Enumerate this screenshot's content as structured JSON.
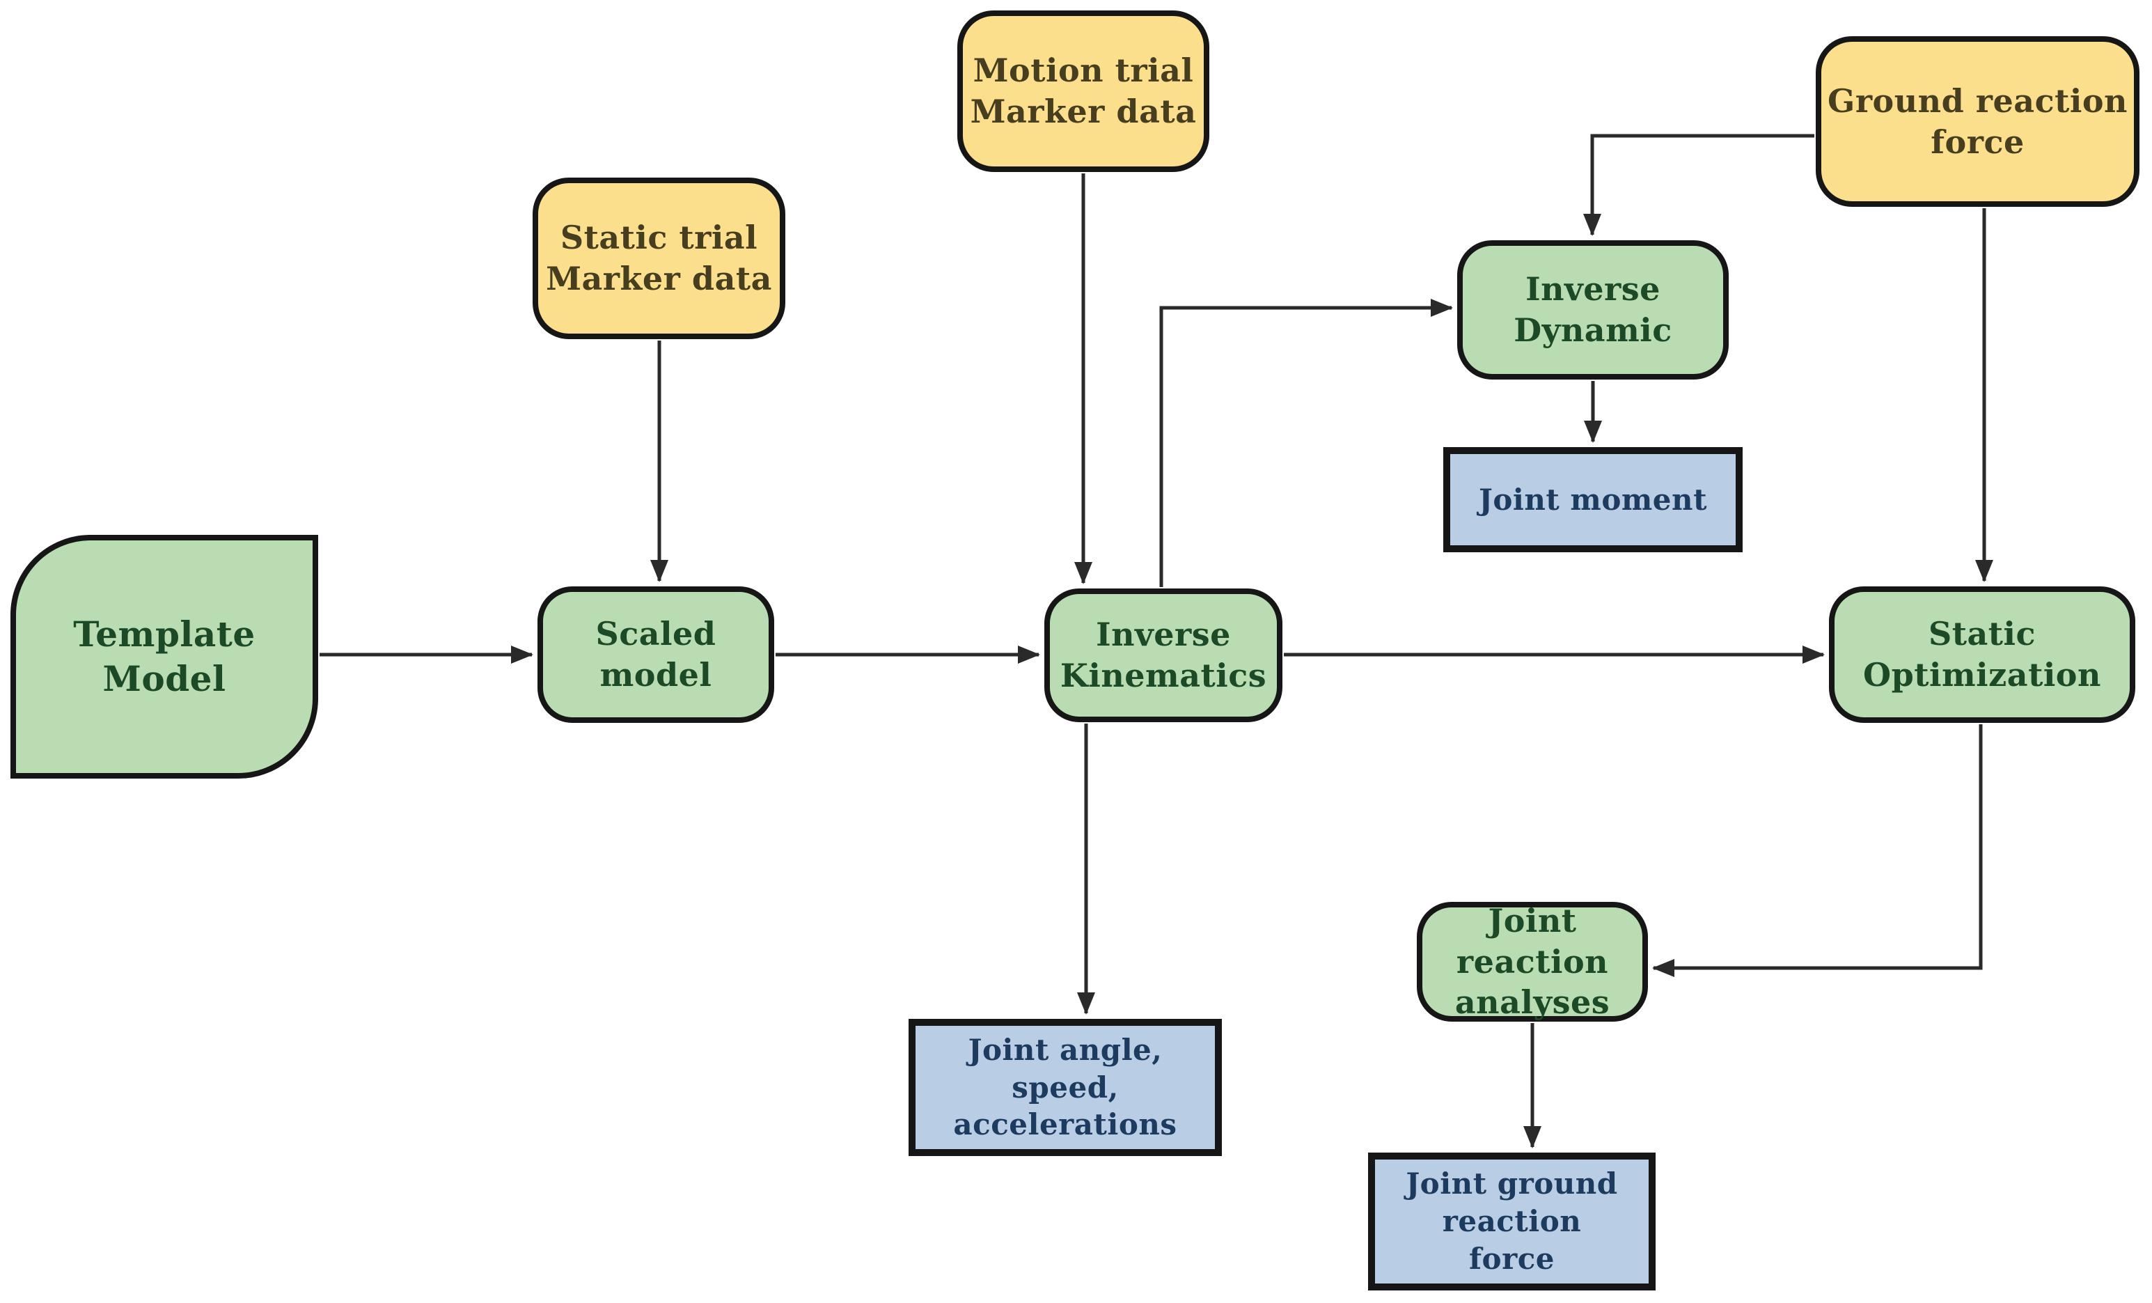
{
  "diagram": {
    "description": "Musculoskeletal simulation workflow flowchart",
    "nodes": {
      "template_model": {
        "label": "Template Model",
        "category": "model"
      },
      "static_trial": {
        "label": "Static trial\nMarker data",
        "category": "input"
      },
      "motion_trial": {
        "label": "Motion trial\nMarker data",
        "category": "input"
      },
      "ground_reaction": {
        "label": "Ground reaction\nforce",
        "category": "input"
      },
      "scaled_model": {
        "label": "Scaled model",
        "category": "process"
      },
      "inverse_kinematics": {
        "label": "Inverse\nKinematics",
        "category": "process"
      },
      "inverse_dynamic": {
        "label": "Inverse\nDynamic",
        "category": "process"
      },
      "static_optimization": {
        "label": "Static\nOptimization",
        "category": "process"
      },
      "joint_moment": {
        "label": "Joint moment",
        "category": "output"
      },
      "joint_angle": {
        "label": "Joint angle, speed,\naccelerations",
        "category": "output"
      },
      "joint_reaction": {
        "label": "Joint reaction\nanalyses",
        "category": "process"
      },
      "joint_ground_reaction": {
        "label": "Joint ground reaction\nforce",
        "category": "output"
      }
    },
    "edges": [
      {
        "from": "Static trial Marker data",
        "to": "Scaled model"
      },
      {
        "from": "Template Model",
        "to": "Scaled model"
      },
      {
        "from": "Scaled model",
        "to": "Inverse Kinematics"
      },
      {
        "from": "Motion trial Marker data",
        "to": "Inverse Kinematics"
      },
      {
        "from": "Inverse Kinematics",
        "to": "Inverse Dynamic"
      },
      {
        "from": "Ground reaction force",
        "to": "Inverse Dynamic"
      },
      {
        "from": "Ground reaction force",
        "to": "Static Optimization"
      },
      {
        "from": "Inverse Kinematics",
        "to": "Static Optimization"
      },
      {
        "from": "Inverse Dynamic",
        "to": "Joint moment"
      },
      {
        "from": "Inverse Kinematics",
        "to": "Joint angle, speed, accelerations"
      },
      {
        "from": "Static Optimization",
        "to": "Joint reaction analyses"
      },
      {
        "from": "Joint reaction analyses",
        "to": "Joint ground reaction force"
      }
    ]
  },
  "colors": {
    "background": "#ffffff",
    "input_fill": "#fbdf8d",
    "input_text": "#473e20",
    "process_fill": "#b9dcb2",
    "process_text": "#1d4a26",
    "output_fill": "#b9cde4",
    "output_text": "#1c3b5e",
    "border": "#161616",
    "connector": "#2a2a2a"
  }
}
